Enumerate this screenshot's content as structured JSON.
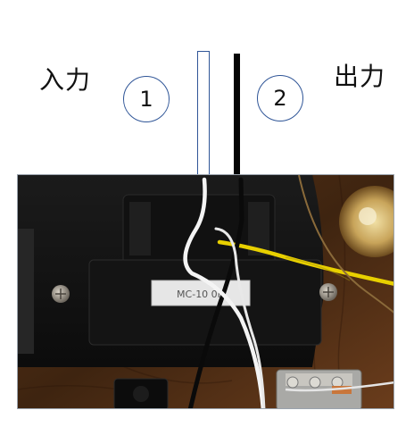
{
  "labels": {
    "input": "入力",
    "output": "出力"
  },
  "markers": {
    "one": "1",
    "two": "2"
  },
  "photo": {
    "component_label_text": "MC-10 0H"
  },
  "colors": {
    "circle_border": "#2f5597",
    "white_wire": "#f4f4f4",
    "black_wire": "#111111",
    "yellow_wire": "#e8d000",
    "wood": "#5a3418"
  }
}
